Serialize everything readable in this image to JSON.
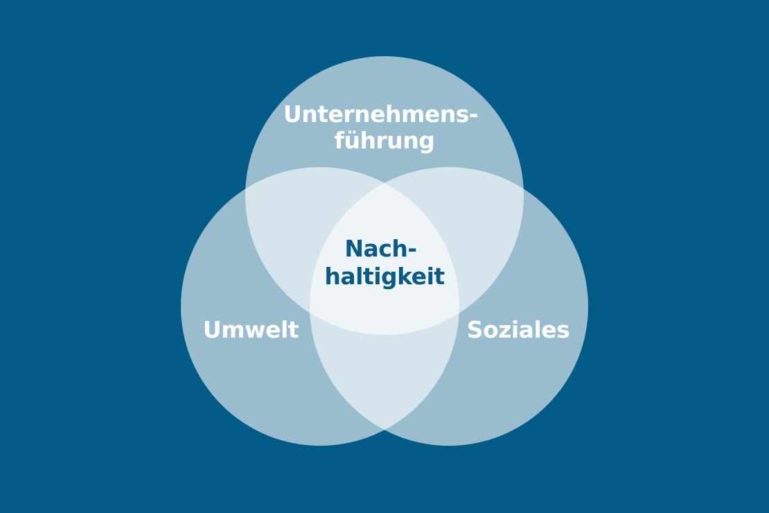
{
  "colors": {
    "background": "#025b87",
    "circle_fill": "#ffffff",
    "outer_label": "#ffffff",
    "center_label": "#0a5a85"
  },
  "circles": {
    "top": {
      "label_lines": [
        "Unternehmens-",
        "führung"
      ]
    },
    "left": {
      "label_lines": [
        "Umwelt"
      ]
    },
    "right": {
      "label_lines": [
        "Soziales"
      ]
    }
  },
  "center": {
    "label_lines": [
      "Nach-",
      "haltigkeit"
    ]
  }
}
